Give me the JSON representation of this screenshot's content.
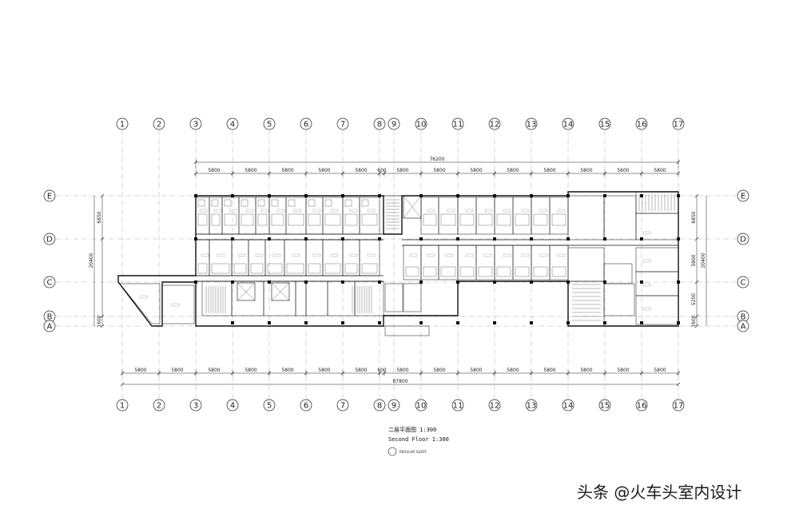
{
  "drawing": {
    "grid_columns": [
      "1",
      "2",
      "3",
      "4",
      "5",
      "6",
      "7",
      "8",
      "9",
      "10",
      "11",
      "12",
      "13",
      "14",
      "15",
      "16",
      "17"
    ],
    "grid_rows": [
      "E",
      "D",
      "C",
      "B",
      "A"
    ],
    "dims_top_total": "76200",
    "dims_top": [
      "5800",
      "5800",
      "5800",
      "5800",
      "5800",
      "5800",
      "5800",
      "600",
      "5800",
      "5800",
      "5800",
      "5800",
      "5800",
      "5800",
      "5600",
      "5800"
    ],
    "dims_bottom_total": "87800",
    "dims_bottom": [
      "5800",
      "5800",
      "5800",
      "5800",
      "5800",
      "5800",
      "5800",
      "600",
      "5800",
      "5800",
      "5800",
      "5800",
      "5800",
      "5800",
      "5800",
      "5800"
    ],
    "dims_left": [
      "6850",
      "20400",
      "1600"
    ],
    "dims_right": [
      "6850",
      "5800",
      "5200",
      "1600",
      "20400"
    ],
    "title_cn": "二层平面图 1:300",
    "title_en": "Second Floor 1:300",
    "legend_label": "REGULAR GUEST"
  },
  "watermark": "头条 @火车头室内设计",
  "colors": {
    "line": "#222222",
    "wall": "#111111",
    "background": "#ffffff"
  }
}
